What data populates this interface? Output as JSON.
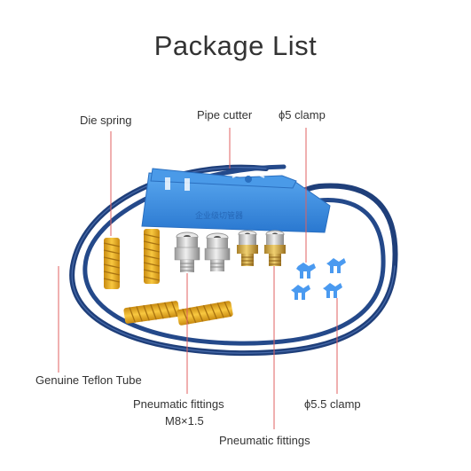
{
  "title": "Package List",
  "labels": {
    "die_spring": "Die spring",
    "pipe_cutter": "Pipe cutter",
    "clamp_5": "ϕ5 clamp",
    "teflon_tube": "Genuine Teflon Tube",
    "fittings_m8_line1": "Pneumatic fittings",
    "fittings_m8_line2": "M8×1.5",
    "clamp_55": "ϕ5.5 clamp",
    "fittings": "Pneumatic fittings"
  },
  "colors": {
    "tube": "#1f3f7a",
    "tube_highlight": "#4a6fb0",
    "cutter": "#3d8fe0",
    "cutter_dark": "#2a6fc0",
    "spring": "#f0b020",
    "spring_dark": "#c88a10",
    "brass": "#d8b050",
    "steel": "#c8c8c8",
    "clamp": "#4a9af0",
    "leader_line": "#e06060"
  }
}
